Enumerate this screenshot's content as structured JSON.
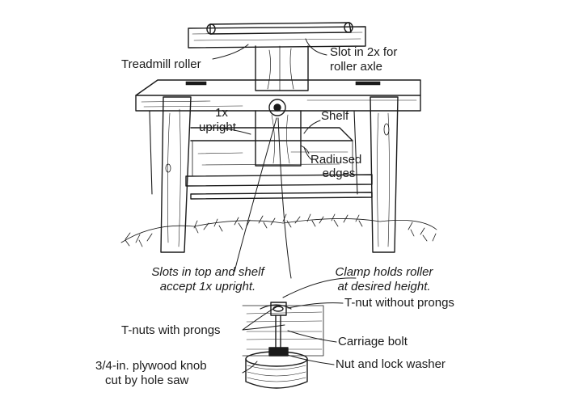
{
  "labels": {
    "treadmill_roller": "Treadmill roller",
    "slot_line1": "Slot in 2x for",
    "slot_line2": "roller axle",
    "upright_line1": "1x",
    "upright_line2": "upright",
    "shelf": "Shelf",
    "radiused_line1": "Radiused",
    "radiused_line2": "edges",
    "slots_line1": "Slots in top and shelf",
    "slots_line2": "accept 1x upright.",
    "clamp_line1": "Clamp holds roller",
    "clamp_line2": "at desired height.",
    "tnut_without": "T-nut without prongs",
    "tnuts_with": "T-nuts with prongs",
    "carriage_bolt": "Carriage bolt",
    "knob_line1": "3/4-in. plywood knob",
    "knob_line2": "cut by hole saw",
    "nut_washer": "Nut and lock washer"
  },
  "colors": {
    "ink": "#1a1a1a",
    "paper": "#ffffff"
  }
}
